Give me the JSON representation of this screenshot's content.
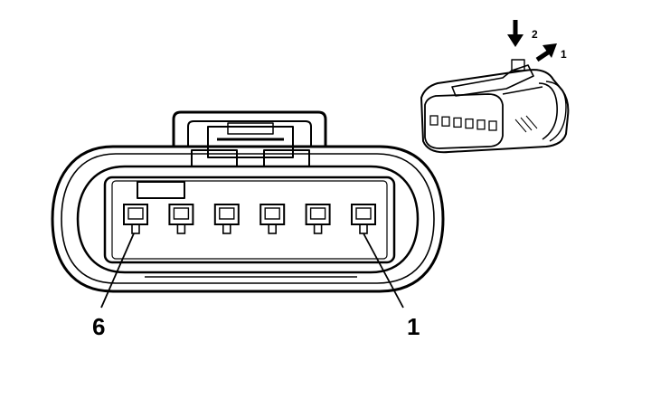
{
  "connector_view": {
    "callouts": {
      "pin_left": "6",
      "pin_right": "1"
    },
    "pin_count": 6
  },
  "inset_view": {
    "arrow_labels": {
      "press": "2",
      "pull": "1"
    }
  }
}
